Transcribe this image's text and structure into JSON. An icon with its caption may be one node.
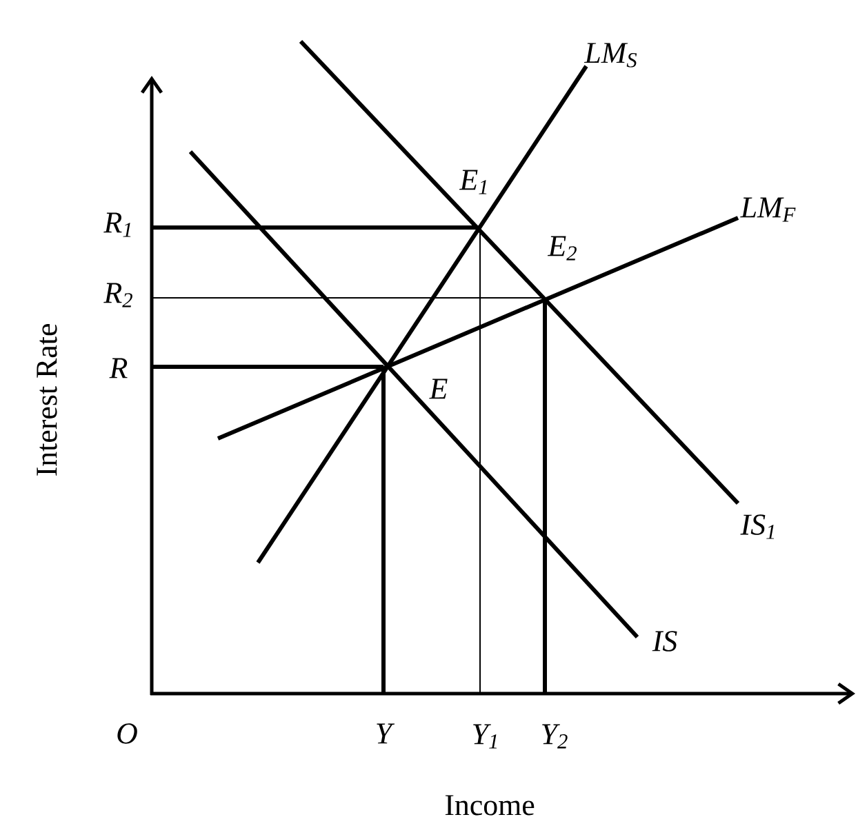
{
  "diagram": {
    "labels": [
      "LM$_{S}$",
      "E$_{1}$",
      "LM$_{F}$",
      "R$_{1}$",
      "E$_{2}$",
      "R$_{2}$",
      "R",
      "E",
      "Interest Rate",
      "IS$_{1}$",
      "IS",
      "O",
      "Y",
      "Y$_{1}$",
      "Y$_{2}$",
      "Income"
    ]
  }
}
